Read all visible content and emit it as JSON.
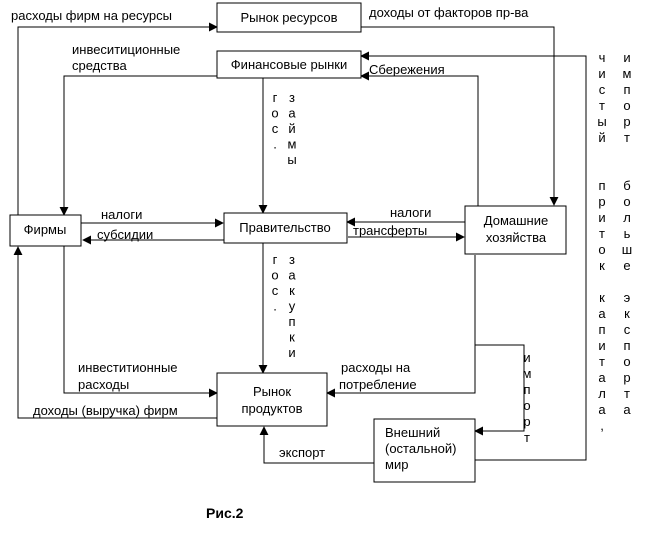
{
  "boxes": {
    "resource_market": "Рынок ресурсов",
    "financial_markets": "Финансовые рынки",
    "firms": "Фирмы",
    "government": "Правительство",
    "households_line1": "Домашние",
    "households_line2": "хозяйства",
    "product_market_line1": "Рынок",
    "product_market_line2": "продуктов",
    "foreign_line1": "Внешний",
    "foreign_line2": "(остальной)",
    "foreign_line3": "мир"
  },
  "labels": {
    "firm_resource_costs": "расходы фирм на ресурсы",
    "factor_income": "доходы от факторов пр-ва",
    "investment_funds_line1": "инвеситиционные",
    "investment_funds_line2": "средства",
    "savings": "Сбережения",
    "taxes_firms": "налоги",
    "subsidies": "субсидии",
    "taxes_households": "налоги",
    "transfers": "трансферты",
    "investment_spending_line1": "инвеститионные",
    "investment_spending_line2": "расходы",
    "firm_revenue": "доходы (выручка) фирм",
    "consumption_line1": "расходы на",
    "consumption_line2": "потребление",
    "export": "экспорт",
    "gov_loans": "гос. займы",
    "gov_purchases": "гос. закупки",
    "import": "импорт",
    "net_capital_inflow": "чистый приток капитала,",
    "import_exceeds_export": "импорт больше экспорта"
  },
  "caption": "Рис.2"
}
